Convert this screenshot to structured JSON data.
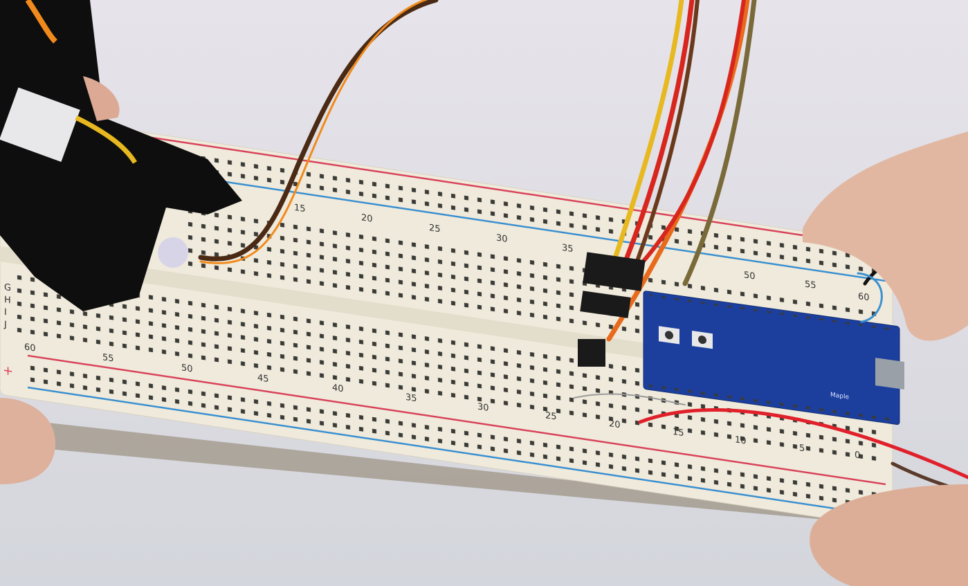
{
  "breadboard": {
    "top_column_numbers": [
      "15",
      "20",
      "25",
      "30",
      "35",
      "50",
      "55",
      "60"
    ],
    "bottom_column_numbers": [
      "60",
      "55",
      "50",
      "45",
      "40",
      "35",
      "30",
      "25",
      "20",
      "15",
      "10",
      "5",
      "0"
    ],
    "row_letters": [
      "G",
      "H",
      "I",
      "J"
    ],
    "rail_marks": [
      "+",
      "+"
    ],
    "colors": {
      "body": "#efeadb",
      "rail_red": "#d9425a",
      "rail_blue": "#3a8fd0",
      "hole": "#3a3a36"
    }
  },
  "microcontroller": {
    "label": "Maple",
    "color": "#1c3f9e"
  },
  "wires": {
    "colors": [
      "#f08a1c",
      "#6b3a1c",
      "#e8b820",
      "#d8261e",
      "#e86a1c",
      "#7a6a3a",
      "#111111",
      "#3a8fd0"
    ]
  }
}
